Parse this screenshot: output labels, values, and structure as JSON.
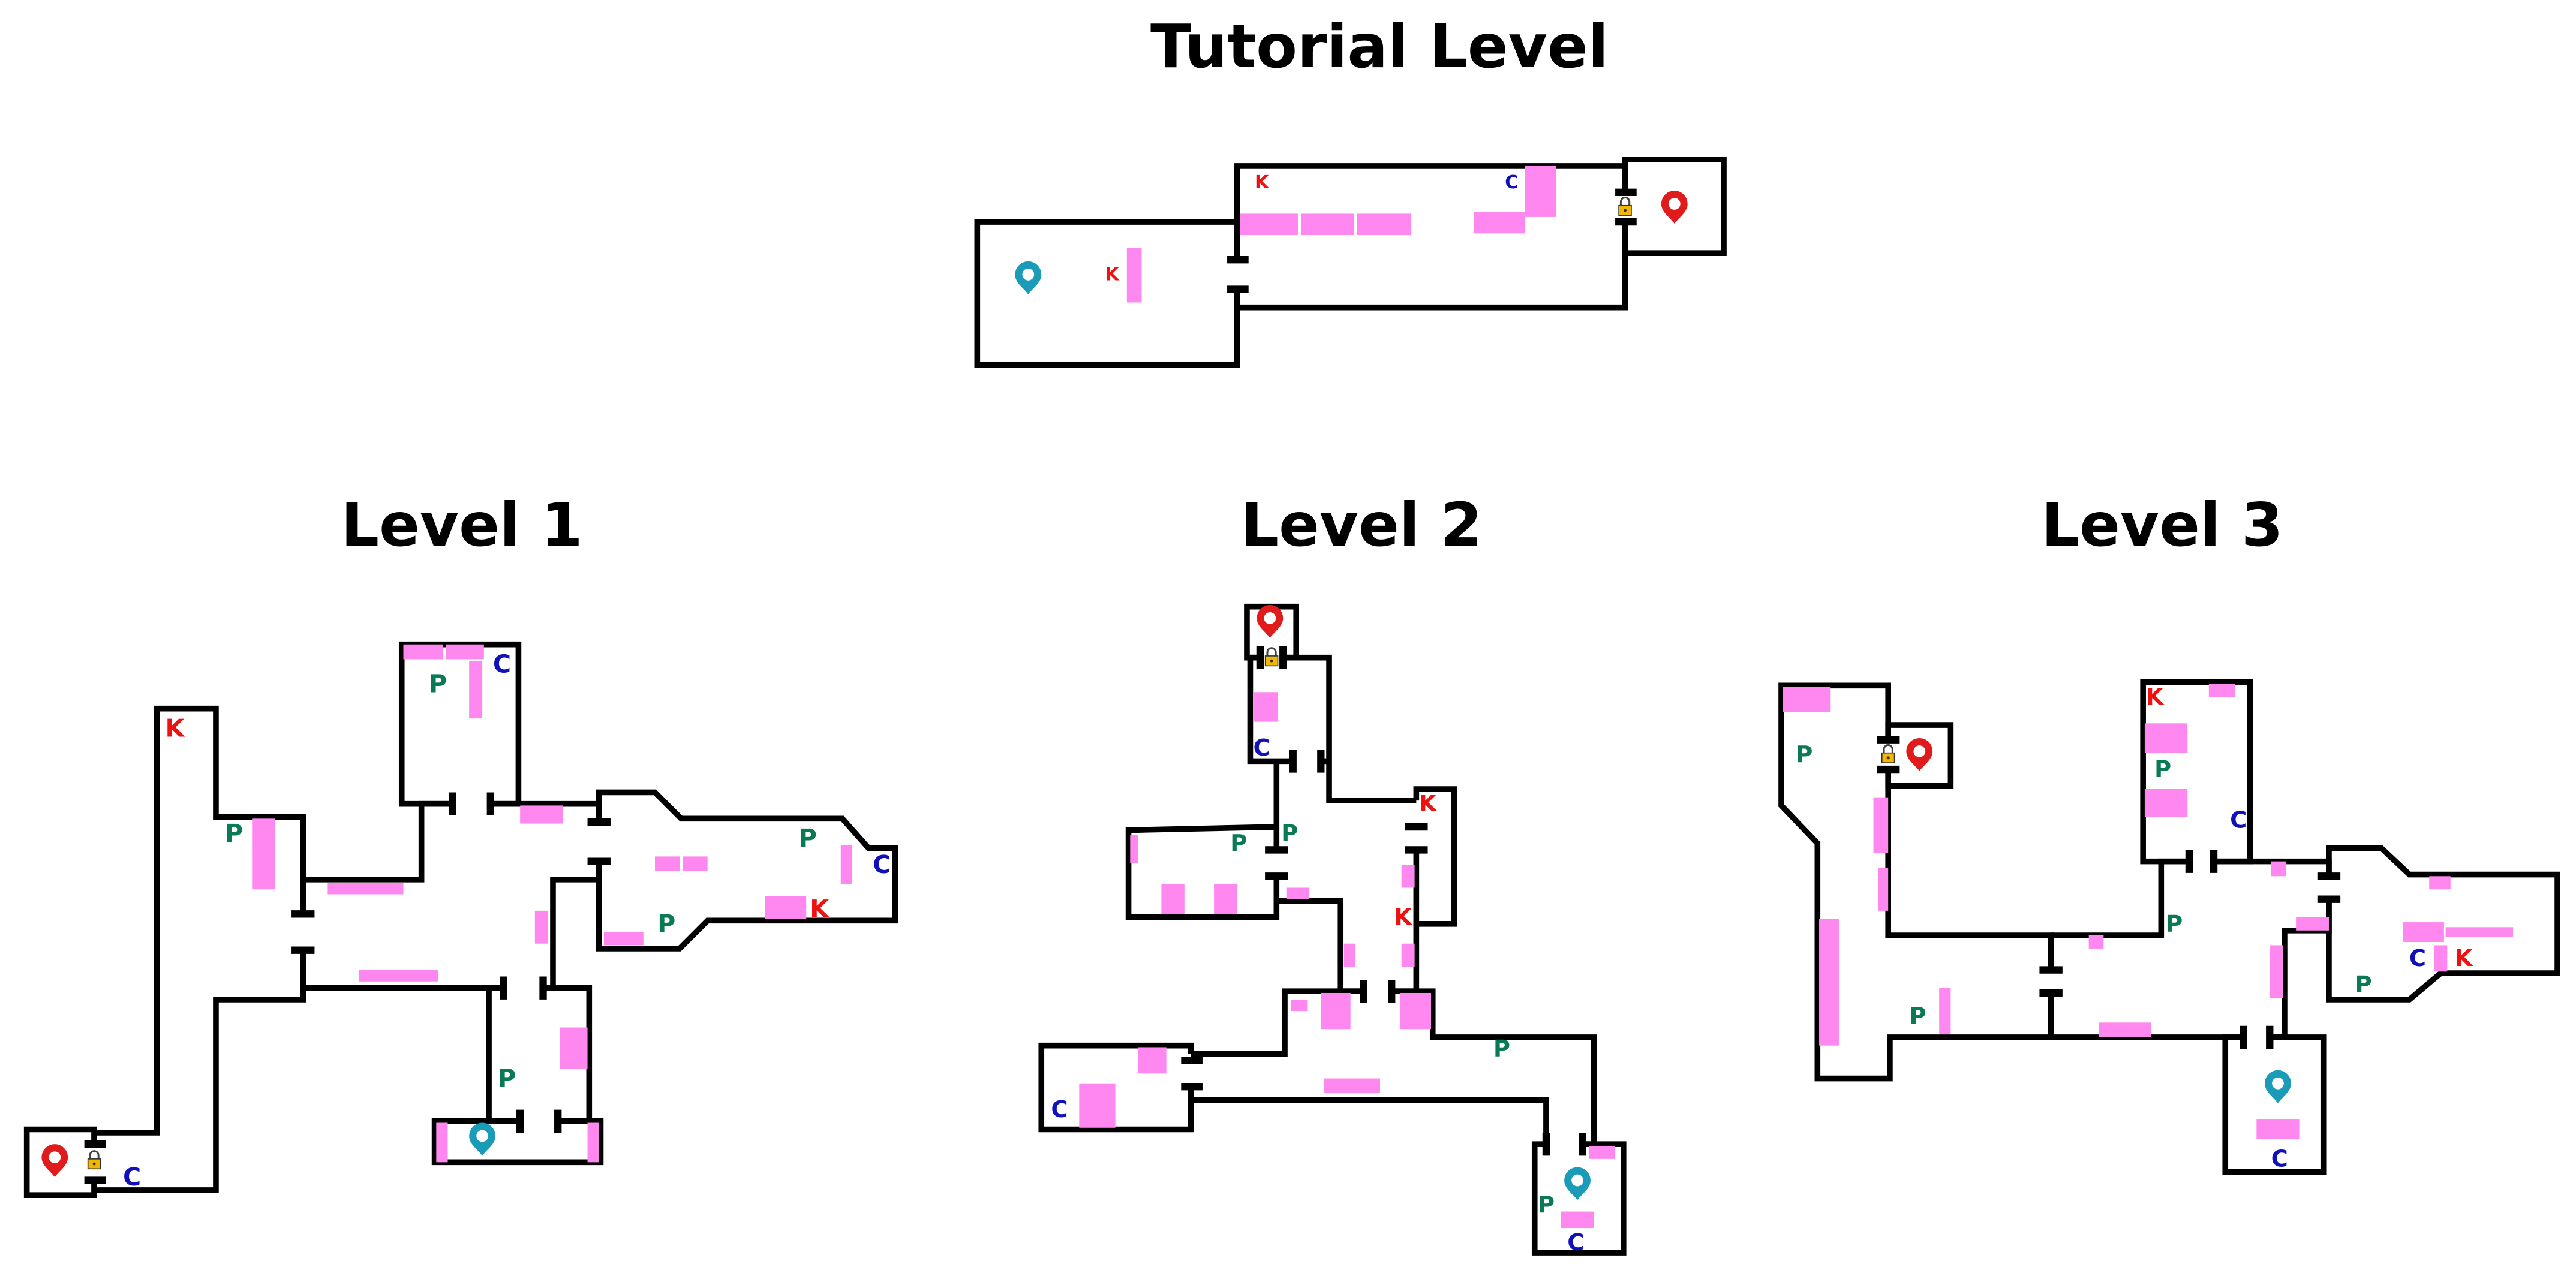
{
  "titles": {
    "tutorial": "Tutorial Level",
    "level1": "Level 1",
    "level2": "Level 2",
    "level3": "Level 3"
  },
  "legend_letters": {
    "K": "K",
    "C": "C",
    "P": "P"
  },
  "colors": {
    "wall": "#000000",
    "obstacle": "#ff88f0",
    "start_pin": "#1a9cb8",
    "goal_pin": "#e01b1b",
    "lock": "#f2b705",
    "key_label": "#ee1111",
    "c_label": "#1111bb",
    "p_label": "#0a7a55"
  },
  "icons": [
    "start-pin-icon",
    "goal-pin-icon",
    "lock-icon"
  ]
}
